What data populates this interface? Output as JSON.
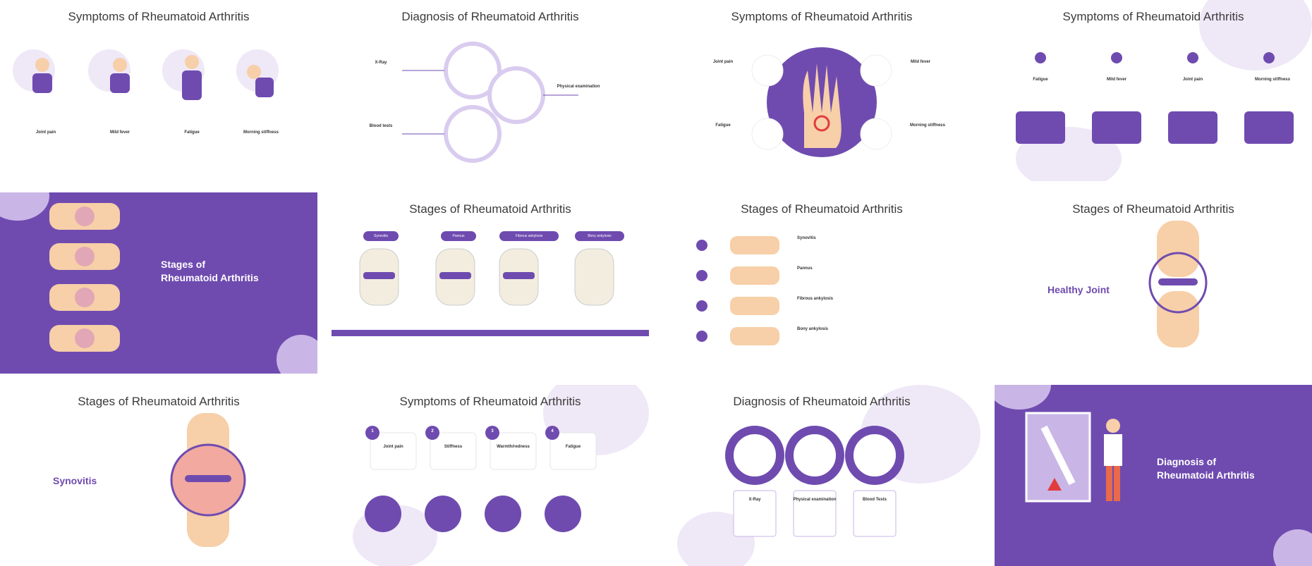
{
  "slides": [
    {
      "title": "Symptoms of Rheumatoid Arthritis",
      "labels": [
        "Joint pain",
        "Mild fever",
        "Fatigue",
        "Morning stiffness"
      ]
    },
    {
      "title": "Diagnosis of Rheumatoid Arthritis",
      "labels": [
        "X-Ray",
        "Physical examination",
        "Blood tests"
      ]
    },
    {
      "title": "Symptoms of Rheumatoid Arthritis",
      "labels": [
        "Joint pain",
        "Mild fever",
        "Fatigue",
        "Morning stiffness"
      ]
    },
    {
      "title": "Symptoms of Rheumatoid Arthritis",
      "labels": [
        "Fatigue",
        "Mild fever",
        "Joint pain",
        "Morning stiffness"
      ]
    },
    {
      "title": "Stages of Rheumatoid Arthritis",
      "title_lines": [
        "Stages of",
        "Rheumatoid Arthritis"
      ]
    },
    {
      "title": "Stages of Rheumatoid Arthritis",
      "labels": [
        "Synovitis",
        "Pannus",
        "Fibrous ankylosis",
        "Bony ankylosis"
      ]
    },
    {
      "title": "Stages of Rheumatoid Arthritis",
      "labels": [
        "Synovitis",
        "Pannus",
        "Fibrous ankylosis",
        "Bony ankylosis"
      ]
    },
    {
      "title": "Stages of Rheumatoid Arthritis",
      "subhead": "Healthy Joint"
    },
    {
      "title": "Stages of Rheumatoid Arthritis",
      "subhead": "Synovitis"
    },
    {
      "title": "Symptoms of Rheumatoid Arthritis",
      "numbers": [
        "1",
        "2",
        "3",
        "4"
      ],
      "labels": [
        "Joint pain",
        "Stiffness",
        "Warmth/redness",
        "Fatigue"
      ]
    },
    {
      "title": "Diagnosis of Rheumatoid Arthritis",
      "labels": [
        "X-Ray",
        "Physical examination",
        "Blood Tests"
      ]
    },
    {
      "title": "Diagnosis of Rheumatoid Arthritis",
      "title_lines": [
        "Diagnosis of",
        "Rheumatoid Arthritis"
      ]
    }
  ],
  "colors": {
    "purple": "#6f4bb0",
    "lavender": "#efe8f7",
    "skin": "#f7cfa8",
    "red": "#e23b3b"
  }
}
